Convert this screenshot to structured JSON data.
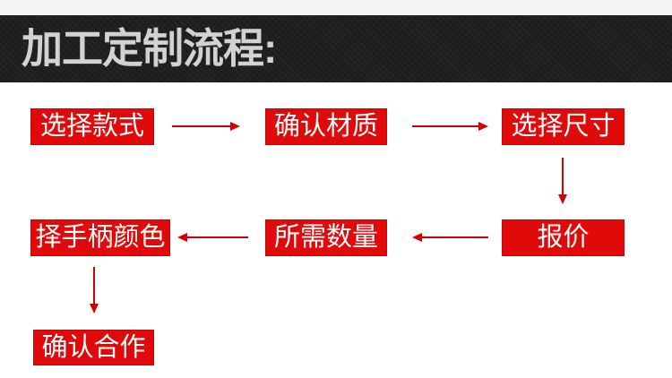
{
  "header": {
    "title": "加工定制流程:"
  },
  "colors": {
    "banner_bg": "#1d1d1d",
    "banner_text": "#d2d2d2",
    "box_red": "#e00a0a",
    "box_text": "#ffffff",
    "arrow_red": "#d40000",
    "top_strip": "#f5f5f6"
  },
  "flow": {
    "steps": [
      {
        "label": "选择款式"
      },
      {
        "label": "确认材质"
      },
      {
        "label": "选择尺寸"
      },
      {
        "label": "报价"
      },
      {
        "label": "所需数量"
      },
      {
        "label": "择手柄颜色"
      },
      {
        "label": "确认合作"
      }
    ]
  }
}
